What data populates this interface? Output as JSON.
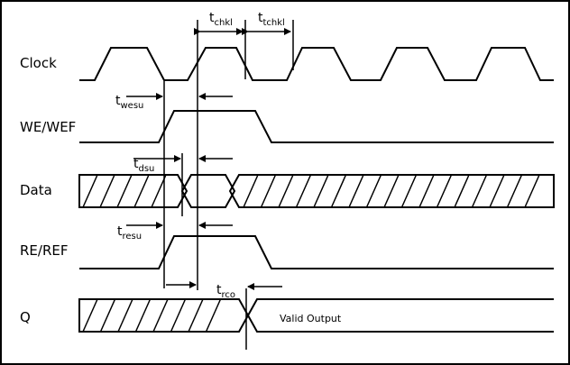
{
  "signals": {
    "clock": "Clock",
    "we": "WE/WEF",
    "data": "Data",
    "re": "RE/REF",
    "q": "Q"
  },
  "timing": {
    "chkl": {
      "base": "t",
      "sub": "chkl"
    },
    "tchkl": {
      "base": "t",
      "sub": "tchkl"
    },
    "wesu": {
      "base": "t",
      "sub": "wesu"
    },
    "dsu": {
      "base": "t",
      "sub": "dsu"
    },
    "resu": {
      "base": "t",
      "sub": "resu"
    },
    "rco": {
      "base": "t",
      "sub": "rco"
    }
  },
  "q_label": "Valid Output"
}
